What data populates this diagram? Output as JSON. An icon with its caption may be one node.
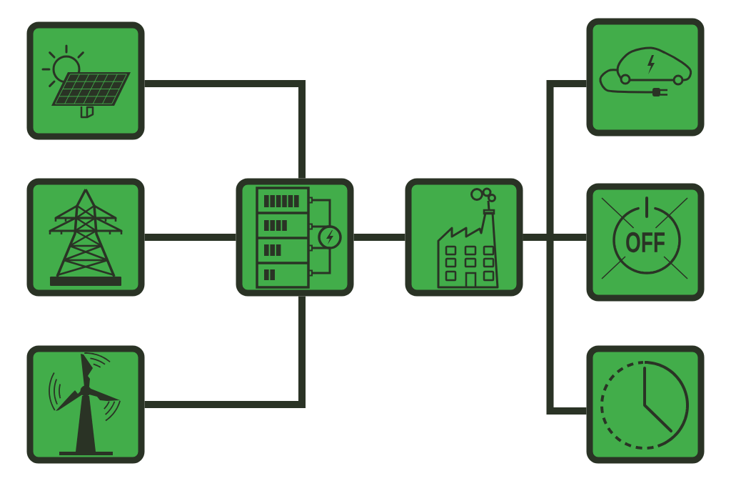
{
  "diagram": {
    "nodes": [
      {
        "text": [],
        "shape": "picture"
      },
      {
        "text": [],
        "shape": "picture"
      },
      {
        "text": [],
        "shape": "picture"
      },
      {
        "text": [],
        "shape": "picture"
      },
      {
        "text": [],
        "shape": "picture"
      },
      {
        "text": [],
        "shape": "picture"
      },
      {
        "text": [
          "OFF"
        ]
      },
      {
        "text": [],
        "shape": "picture"
      }
    ],
    "edges": [
      {
        "from": 0,
        "to": 3,
        "arrow": "none"
      },
      {
        "from": 1,
        "to": 3,
        "arrow": "none"
      },
      {
        "from": 2,
        "to": 3,
        "arrow": "none"
      },
      {
        "from": 3,
        "to": 4,
        "arrow": "none"
      },
      {
        "from": 4,
        "to": 5,
        "arrow": "none"
      },
      {
        "from": 4,
        "to": 6,
        "arrow": "none"
      },
      {
        "from": 4,
        "to": 7,
        "arrow": "none"
      }
    ]
  }
}
